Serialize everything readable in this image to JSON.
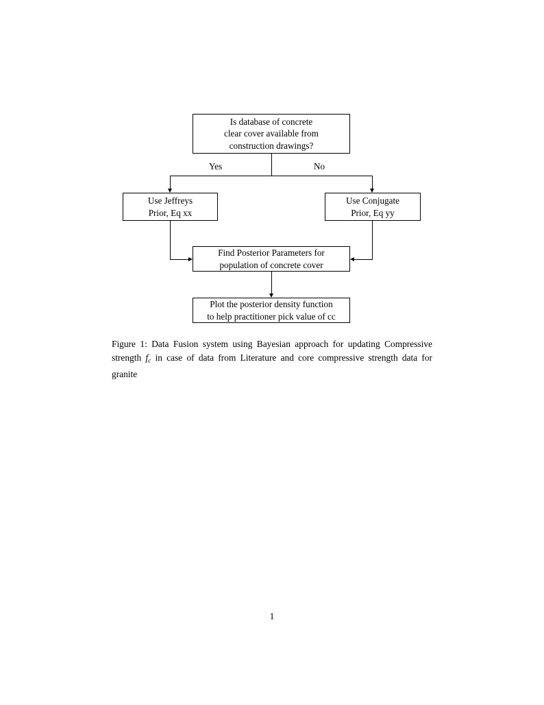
{
  "document": {
    "page_number": "1",
    "background_color": "#ffffff",
    "text_color": "#000000"
  },
  "figure": {
    "type": "flowchart",
    "nodes": [
      {
        "id": "decision",
        "shape": "rectangle",
        "lines": [
          "Is database of concrete",
          "clear cover available from",
          "construction drawings?"
        ]
      },
      {
        "id": "jeffreys",
        "shape": "rectangle",
        "lines": [
          "Use Jeffreys",
          "Prior, Eq xx"
        ]
      },
      {
        "id": "conjugate",
        "shape": "rectangle",
        "lines": [
          "Use Conjugate",
          "Prior, Eq yy"
        ]
      },
      {
        "id": "posterior",
        "shape": "rectangle",
        "lines": [
          "Find Posterior Parameters for",
          "population of concrete cover"
        ]
      },
      {
        "id": "plot",
        "shape": "rectangle",
        "lines": [
          "Plot the posterior density function",
          "to help practitioner pick value of cc"
        ]
      }
    ],
    "branch_labels": {
      "yes": "Yes",
      "no": "No"
    },
    "edges": [
      {
        "from": "decision",
        "to": "jeffreys",
        "label": "Yes"
      },
      {
        "from": "decision",
        "to": "conjugate",
        "label": "No"
      },
      {
        "from": "jeffreys",
        "to": "posterior",
        "label": ""
      },
      {
        "from": "conjugate",
        "to": "posterior",
        "label": ""
      },
      {
        "from": "posterior",
        "to": "plot",
        "label": ""
      }
    ]
  },
  "caption": {
    "label": "Figure 1:",
    "text_part_1": "Data Fusion system using Bayesian approach for updating Compressive strength",
    "math_symbol": "f",
    "math_subscript": "c",
    "text_part_2": "in case of data from Literature and core compressive strength data for granite",
    "full_text": "Figure 1: Data Fusion system using Bayesian approach for updating Compressive strength f_c in case of data from Literature and core compressive strength data for granite"
  }
}
